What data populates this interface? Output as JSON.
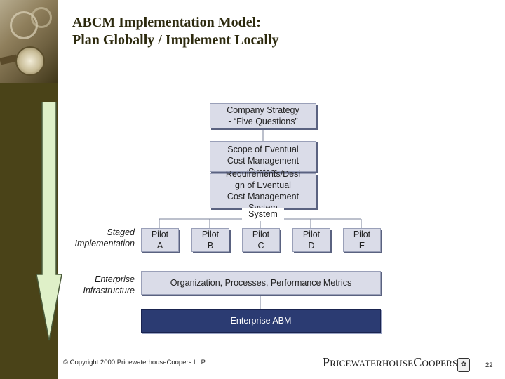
{
  "title": {
    "line1": "ABCM Implementation Model:",
    "line2": "Plan Globally / Implement Locally"
  },
  "boxes": {
    "strategy": "Company Strategy\n- “Five Questions”",
    "scope": "Scope of Eventual\nCost Management\nSystem",
    "requirements": "Requirements/Desi\ngn of Eventual\nCost Management\nSystem"
  },
  "side_labels": {
    "staged": "Staged\nImplementation",
    "enterprise": "Enterprise\nInfrastructure"
  },
  "pilots": [
    "Pilot\nA",
    "Pilot\nB",
    "Pilot\nC",
    "Pilot\nD",
    "Pilot\nE"
  ],
  "infrastructure_bar": "Organization, Processes, Performance Metrics",
  "abm_bar": "Enterprise ABM",
  "footer": {
    "copyright": "© Copyright 2000 PricewaterhouseCoopers LLP",
    "logo": "PricewaterhouseCoopers",
    "page_number": "22"
  },
  "colors": {
    "sidebar": "#4a4318",
    "box_fill": "#dadce8",
    "dark_bar": "#2b3b72",
    "arrow_fill": "#dff0c8"
  }
}
